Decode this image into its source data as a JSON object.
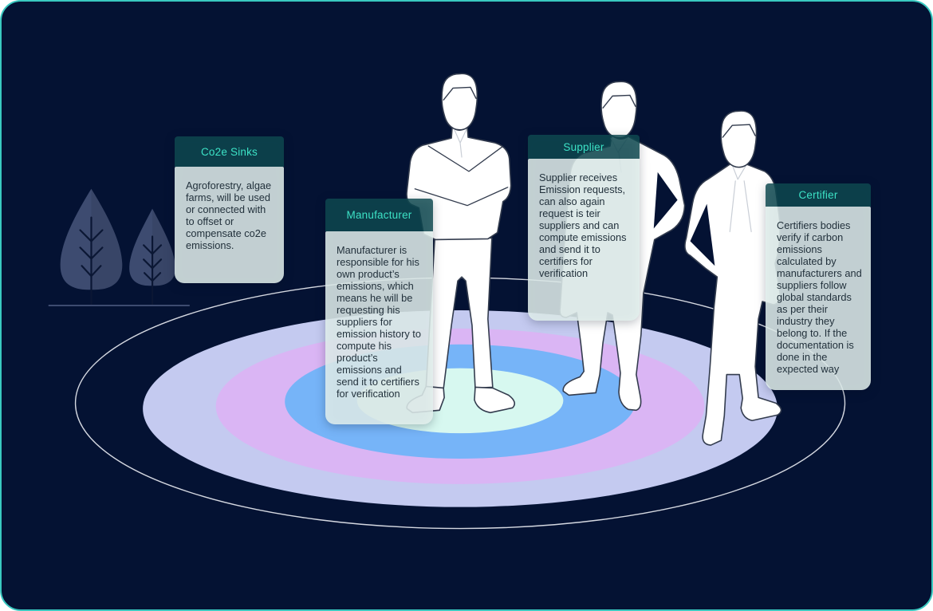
{
  "cards": [
    {
      "id": "co2e-sinks",
      "title": "Co2e Sinks",
      "body": "Agroforestry, algae farms, will be used or connected with to offset or compensate co2e emissions."
    },
    {
      "id": "manufacturer",
      "title": "Manufacturer",
      "body": "Manufacturer is responsible for his own product’s emissions, which means he will be requesting his suppliers for emission history to compute his product’s emissions and send it to certifiers for verification"
    },
    {
      "id": "supplier",
      "title": "Supplier",
      "body": "Supplier receives Emission requests, can also again request is teir suppliers and can compute emissions and send it to certifiers for verification"
    },
    {
      "id": "certifier",
      "title": "Certifier",
      "body": "Certifiers bodies verify if carbon emissions calculated by manufacturers and suppliers follow global standards as per their industry they belong to. If the documentation is done in the expected way"
    }
  ],
  "figures": [
    {
      "name": "manufacturer-figure",
      "pose": "arms-crossed"
    },
    {
      "name": "supplier-figure",
      "pose": "hand-on-hip"
    },
    {
      "name": "certifier-figure",
      "pose": "hand-on-hip"
    }
  ],
  "scene": {
    "trees_count": 2,
    "platform_rings": 5
  },
  "colors": {
    "background": "#041233",
    "frame_border": "#39c8c0",
    "card_header": "rgba(15,73,80,0.83)",
    "card_body": "rgba(226,240,238,0.86)",
    "card_title_text": "#3ce2c6",
    "card_body_text": "#22313c",
    "ring_outline": "#eceef4",
    "ring_outer": "#c4caf0",
    "ring_purple": "#dab5f4",
    "ring_blue": "#76b4f8",
    "ring_center": "#d7f8f0",
    "tree_fill": "#3d4b70",
    "tree_lines": "#0b1734",
    "figure_fill": "#ffffff",
    "figure_outline": "#333c4e",
    "figure_detail": "#c9ced6"
  }
}
